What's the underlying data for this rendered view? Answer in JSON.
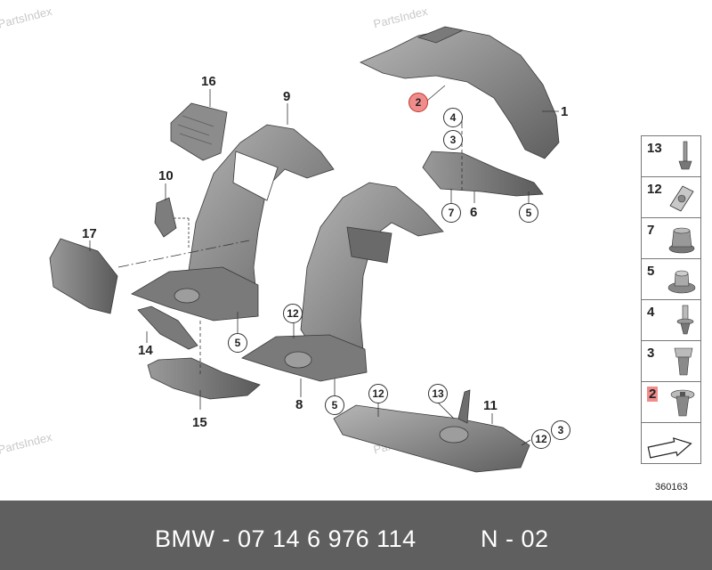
{
  "watermark": "PartsIndex",
  "labels": {
    "n1": "1",
    "n4": "4",
    "n3": "3",
    "n6": "6",
    "n7": "7",
    "n5": "5",
    "n16": "16",
    "n9": "9",
    "n10": "10",
    "n17": "17",
    "n14": "14",
    "n15": "15",
    "n8": "8",
    "n11": "11",
    "n12": "12",
    "n13": "13",
    "n2": "2"
  },
  "legend": [
    "13",
    "12",
    "7",
    "5",
    "4",
    "3",
    "2"
  ],
  "doc_id": "360163",
  "footer": {
    "part_number": "BMW - 07 14 6 976 114",
    "position": "N - 02"
  },
  "colors": {
    "highlight": "#f08c8c",
    "footer_bg": "#5f5f5f",
    "part_fill": "#8a8a8a"
  }
}
